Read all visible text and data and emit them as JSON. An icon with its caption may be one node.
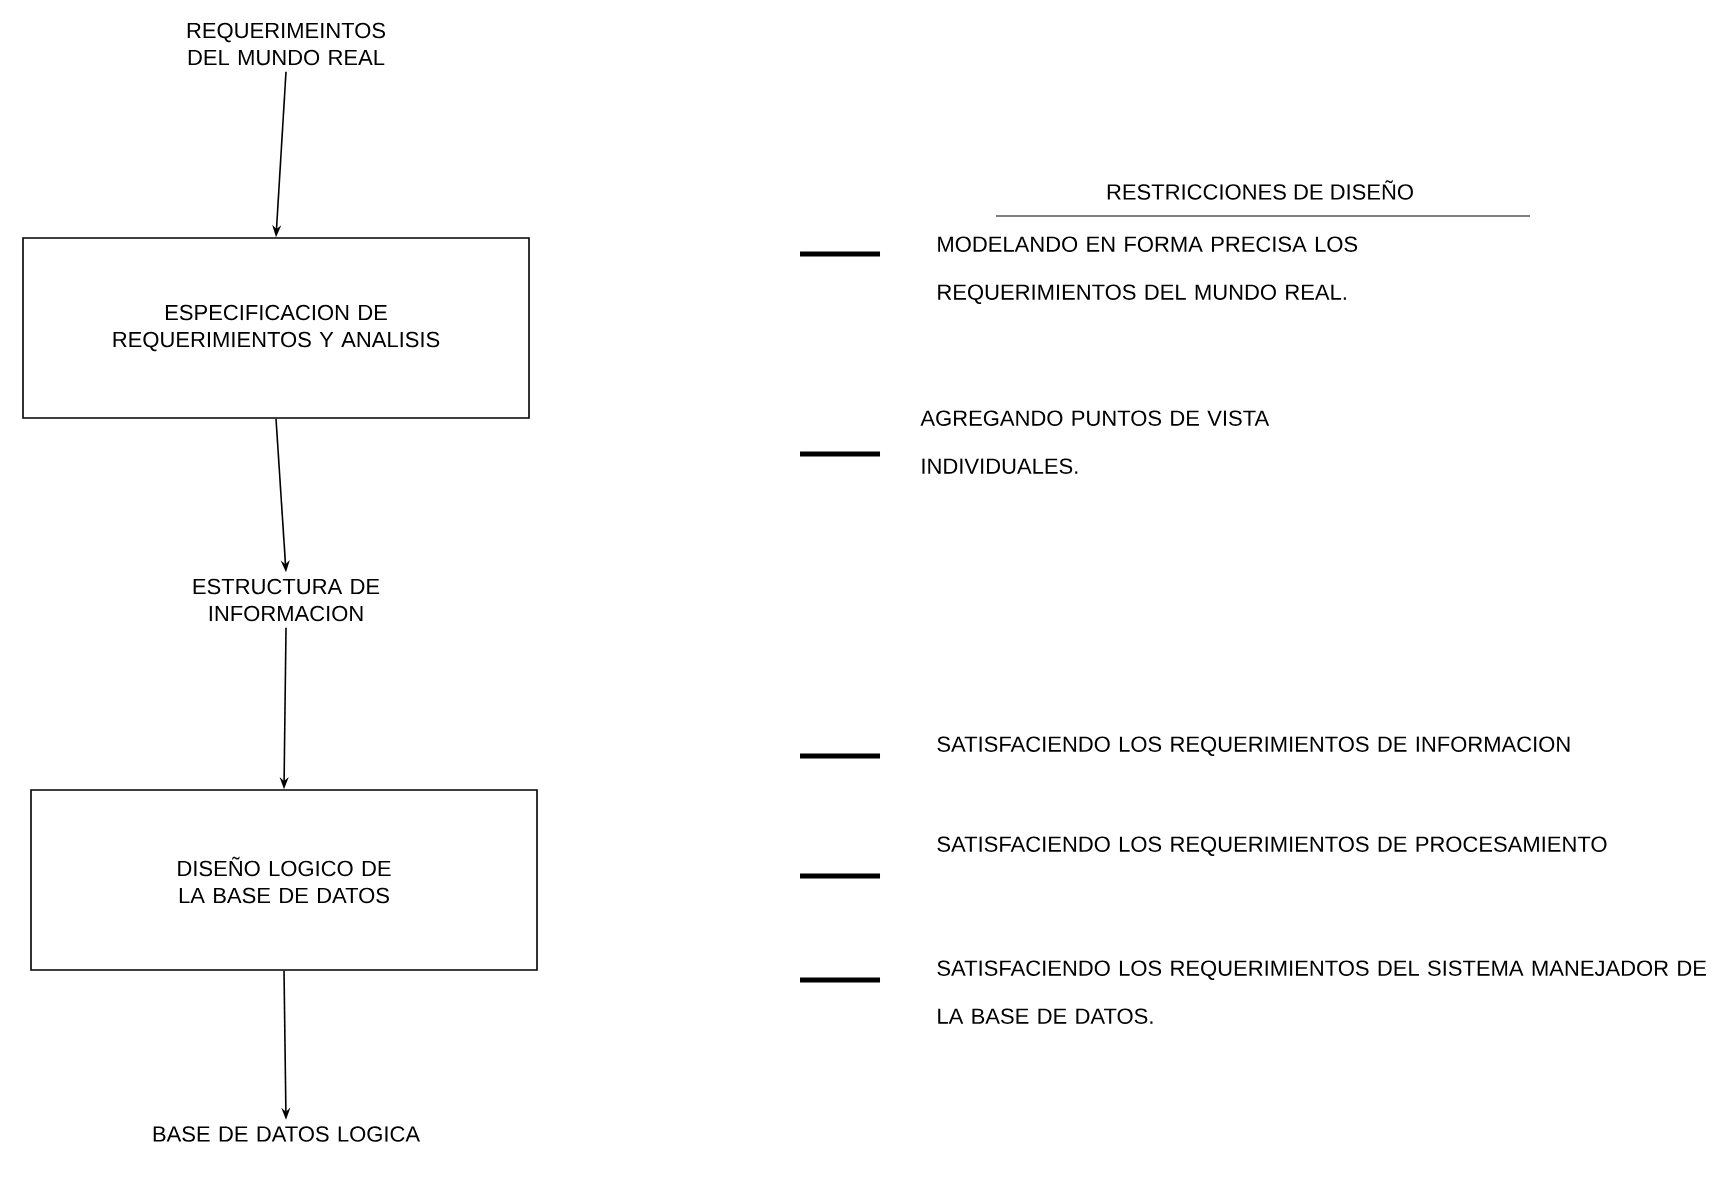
{
  "diagram": {
    "nodes": [
      {
        "text": [
          "REQUERIMEINTOS DEL MUNDO REAL"
        ]
      },
      {
        "text": [
          "ESPECIFICACION DE REQUERIMIENTOS Y ANALISIS"
        ]
      },
      {
        "text": [
          "ESTRUCTURA DE INFORMACION"
        ]
      },
      {
        "text": [
          "DISEÑO LOGICO DE LA BASE DE DATOS"
        ]
      },
      {
        "text": [
          "BASE DE DATOS LOGICA"
        ]
      }
    ],
    "edges": [
      {
        "from": 0,
        "to": 1,
        "arrow": "to"
      },
      {
        "from": 1,
        "to": 2,
        "arrow": "to"
      },
      {
        "from": 2,
        "to": 3,
        "arrow": "to"
      },
      {
        "from": 3,
        "to": 4,
        "arrow": "to"
      }
    ],
    "labels": [
      "RESTRICCIONES DE DISEÑO",
      "MODELANDO EN FORMA PRECISA LOS REQUERIMIENTOS DEL MUNDO REAL.",
      "AGREGANDO PUNTOS DE VISTA INDIVIDUALES.",
      "SATISFACIENDO LOS REQUERIMIENTOS DE INFORMACION",
      "SATISFACIENDO LOS REQUERIMIENTOS DE PROCESAMIENTO",
      "SATISFACIENDO LOS REQUERIMIENTOS DEL SISTEMA MANEJADOR DE LA BASE DE DATOS."
    ]
  }
}
